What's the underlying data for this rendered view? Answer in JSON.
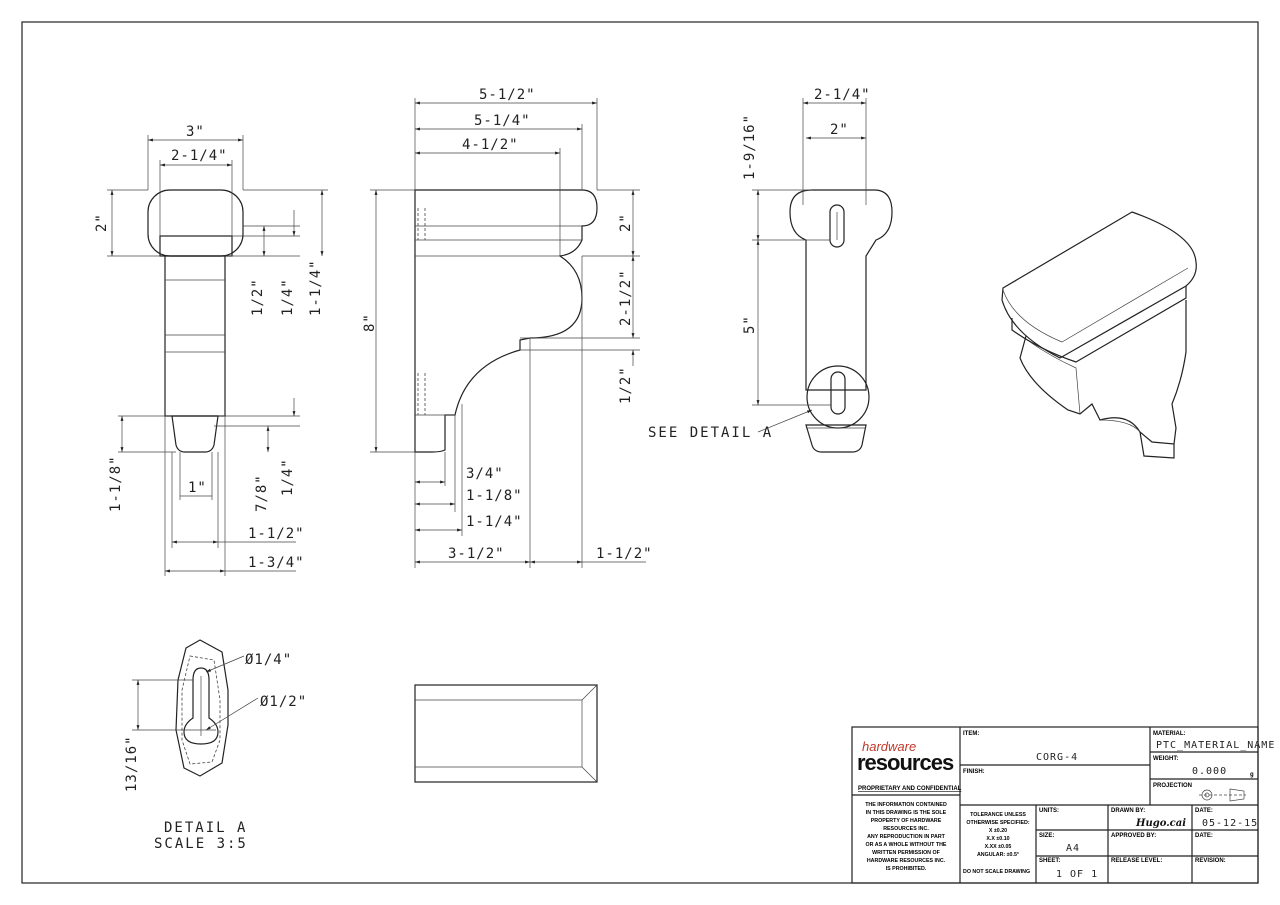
{
  "views": {
    "side": {
      "dims": [
        "3\"",
        "2-1/4\"",
        "2\"",
        "1/2\"",
        "1/4\"",
        "1-1/4\"",
        "1-1/8\"",
        "1\"",
        "7/8\"",
        "1/4\"",
        "1-1/2\"",
        "1-3/4\""
      ]
    },
    "front": {
      "dims": [
        "5-1/2\"",
        "5-1/4\"",
        "4-1/2\"",
        "8\"",
        "2\"",
        "2-1/2\"",
        "1/2\"",
        "3/4\"",
        "1-1/8\"",
        "1-1/4\"",
        "3-1/2\"",
        "1-1/2\""
      ]
    },
    "back": {
      "dims": [
        "2-1/4\"",
        "2\"",
        "1-9/16\"",
        "5\""
      ],
      "callout": "SEE DETAIL A"
    },
    "detail": {
      "dims": [
        "Ø1/4\"",
        "Ø1/2\"",
        "13/16\""
      ],
      "title": "DETAIL A",
      "scale": "SCALE 3:5"
    }
  },
  "title_block": {
    "logo_top": "hardware",
    "logo_bottom": "resources",
    "proprietary_heading": "PROPRIETARY AND CONFIDENTIAL",
    "proprietary_text": [
      "THE INFORMATION CONTAINED",
      "IN THIS DRAWING IS THE SOLE",
      "PROPERTY OF HARDWARE",
      "RESOURCES INC.",
      "ANY REPRODUCTION IN PART",
      "OR AS A WHOLE WITHOUT THE",
      "WRITTEN PERMISSION OF",
      "HARDWARE RESOURCES INC.",
      "IS PROHIBITED."
    ],
    "item_label": "ITEM:",
    "item_value": "CORG-4",
    "finish_label": "FINISH:",
    "material_label": "MATERIAL:",
    "material_value": "PTC_MATERIAL_NAME",
    "weight_label": "WEIGHT:",
    "weight_value": "0.000",
    "weight_unit": "g",
    "projection_label": "PROJECTION",
    "tolerance_lines": [
      "TOLERANCE UNLESS",
      "OTHERWISE SPECIFIED:",
      "X   ±0.20",
      "X.X  ±0.10",
      "X.XX  ±0.05",
      "ANGULAR: ±0.5°"
    ],
    "do_not_scale": "DO NOT SCALE DRAWING",
    "units_label": "UNITS:",
    "size_label": "SIZE:",
    "size_value": "A4",
    "sheet_label": "SHEET:",
    "sheet_value": "1 OF 1",
    "drawn_by_label": "DRAWN BY:",
    "drawn_by_value": "Hugo.cai",
    "approved_by_label": "APPROVED BY:",
    "release_label": "RELEASE LEVEL:",
    "date_label_1": "DATE:",
    "date_value": "05-12-15",
    "date_label_2": "DATE:",
    "revision_label": "REVISION:"
  },
  "colors": {
    "line": "#222222",
    "logo_red": "#c0392b"
  }
}
